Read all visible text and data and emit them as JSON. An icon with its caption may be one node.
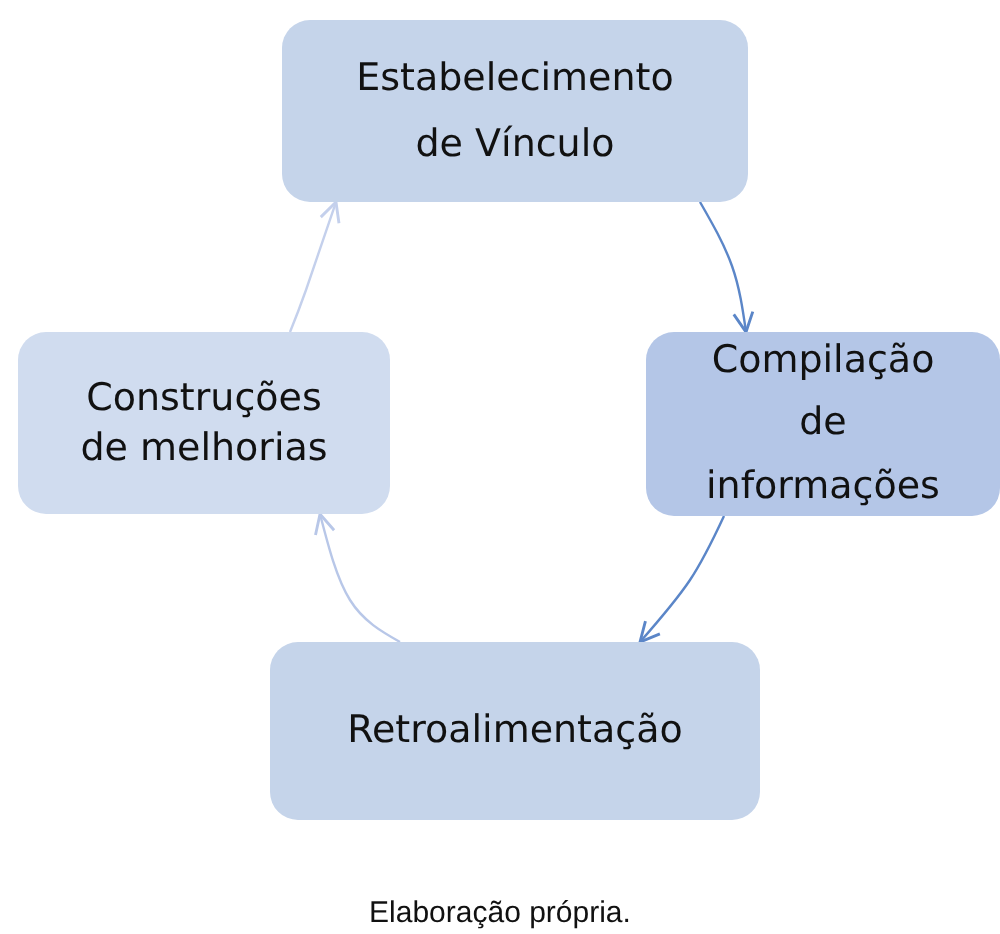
{
  "diagram": {
    "caption": "Elaboração própria.",
    "nodes": [
      {
        "text": [
          "Estabelecimento de Vínculo"
        ]
      },
      {
        "text": [
          "Compilação de informações"
        ]
      },
      {
        "text": [
          "Retroalimentação"
        ]
      },
      {
        "text": [
          "Construções de melhorias"
        ]
      }
    ],
    "edges": [
      {
        "from": 0,
        "to": 1,
        "arrow": "to"
      },
      {
        "from": 1,
        "to": 2,
        "arrow": "to"
      },
      {
        "from": 2,
        "to": 3,
        "arrow": "to",
        "color": "#b8c7e8"
      },
      {
        "from": 3,
        "to": 0,
        "arrow": "to",
        "color": "#c4d0ec"
      }
    ]
  }
}
